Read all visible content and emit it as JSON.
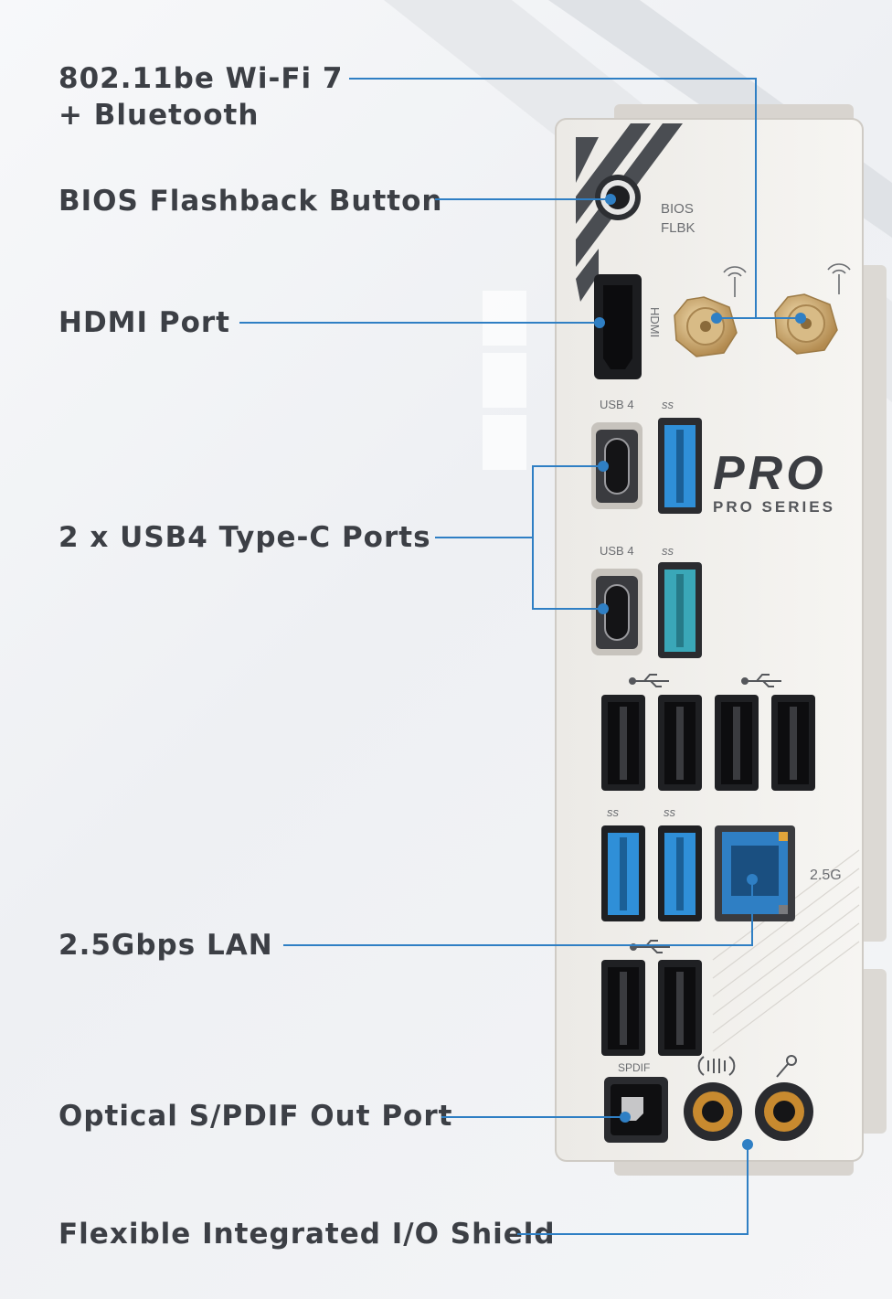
{
  "callouts": {
    "wifi_line1": "802.11be Wi-Fi 7",
    "wifi_line2": "+ Bluetooth",
    "bios": "BIOS Flashback Button",
    "hdmi": "HDMI Port",
    "usb4": "2 x USB4 Type-C Ports",
    "lan": "2.5Gbps LAN",
    "spdif": "Optical S/PDIF Out Port",
    "shield": "Flexible Integrated I/O Shield"
  },
  "panel_labels": {
    "bios_1": "BIOS",
    "bios_2": "FLBK",
    "hdmi": "HDMI",
    "usb4_top": "USB 4",
    "usb4_bottom": "USB 4",
    "ss_logo": "ss",
    "lan_speed": "2.5G",
    "spdif": "SPDIF",
    "brand_logo": "PRO",
    "brand_series": "PRO SERIES"
  },
  "colors": {
    "accent_line": "#2f7fc4",
    "text": "#3c3f45",
    "usb3_blue": "#2f8fd8",
    "usb_teal": "#3aa7b8",
    "gold": "#c9a56a"
  },
  "icons": [
    "antenna-icon",
    "usb-icon",
    "speaker-out-icon",
    "microphone-icon"
  ]
}
